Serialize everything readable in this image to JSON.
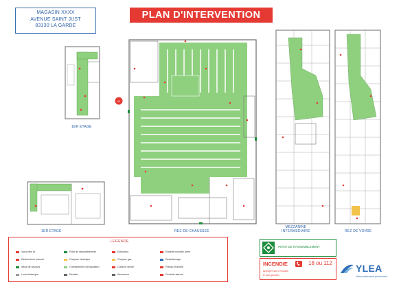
{
  "address": {
    "line1": "MAGASIN XXXX",
    "line2": "AVENUE SAINT JUST",
    "line3": "83130 LA GARDE"
  },
  "title": "PLAN D'INTERVENTION",
  "plans": {
    "first_floor_top": "1ER ETAGE",
    "first_floor_bottom": "1ER ETAGE",
    "ground_floor": "REZ-DE-CHAUSSEE",
    "mezzanine_line1": "MEZZANINE",
    "mezzanine_line2": "INTERMEDIAIRE",
    "road_level": "REZ DE VOIRIE"
  },
  "legend": {
    "title": "LEGENDE",
    "items": [
      "Vous êtes ici",
      "Point de rassemblement",
      "Extincteur",
      "Robinet incendie armé",
      "Déclencheur manuel",
      "Coupure électrique",
      "Coupure gaz",
      "Désenfumage",
      "Issue de secours",
      "Cheminement d'évacuation",
      "Colonne sèche",
      "Poteau incendie",
      "Local technique",
      "Escalier",
      "Ascenseur",
      "Centrale alarme"
    ]
  },
  "instructions": {
    "green_text": "POINT DE RASSEMBLEMENT",
    "fire_label": "INCENDIE",
    "fire_phone": "18 ou 112",
    "fire_sub1": "Appuyer sur le bouton",
    "fire_sub2": "le plus proche"
  },
  "brand": {
    "name": "YLEA",
    "tagline": "Votre partenaire prévention"
  },
  "colors": {
    "accent_red": "#e53a33",
    "plan_green": "#8fd07f",
    "label_blue": "#2a62a8",
    "brand_blue": "#2d6db5",
    "wall": "#6b6b6b"
  }
}
